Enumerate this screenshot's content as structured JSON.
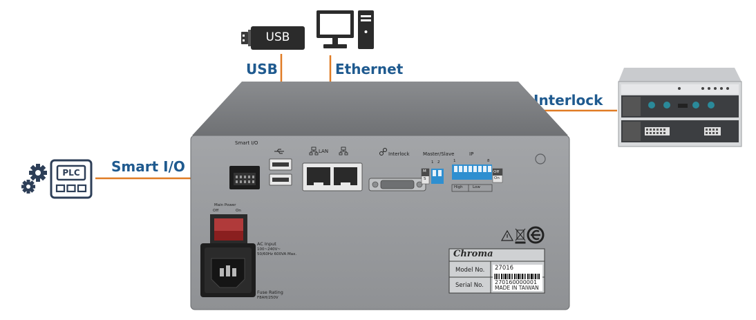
{
  "callouts": {
    "usb": "USB",
    "ethernet": "Ethernet",
    "interlock": "Interlock",
    "smart_io": "Smart I/O"
  },
  "icons": {
    "usb_stick_label": "USB",
    "plc_label": "PLC"
  },
  "panel": {
    "smart_io": "Smart I/O",
    "lan": "LAN",
    "interlock": "Interlock",
    "master_slave": "Master/Slave",
    "ip": "IP",
    "ms_pos_1": "1",
    "ms_pos_2": "2",
    "ms_m": "M",
    "ms_s": "S",
    "ip_pos_1": "1",
    "ip_pos_8": "8",
    "ip_off": "Off",
    "ip_on": "On",
    "ip_high": "High",
    "ip_low": "Low",
    "main_power": "Main Power",
    "power_off": "Off",
    "power_on": "On",
    "ac_input": "AC Input",
    "ac_volt": "100~240V~",
    "ac_freq": "50/60Hz 600VA Max.",
    "fuse_rating": "Fuse Rating",
    "fuse_value": "F8AH/250V"
  },
  "nameplate": {
    "brand": "Chroma",
    "model_label": "Model No.",
    "model_value": "27016",
    "serial_label": "Serial No.",
    "serial_value": "270160000001",
    "origin": "MADE IN TAIWAN"
  },
  "colors": {
    "connector_line": "#e07b24",
    "callout_text": "#1f5a8f",
    "chassis": "#9a9c9f",
    "chassis_top": "#7d7f82"
  }
}
